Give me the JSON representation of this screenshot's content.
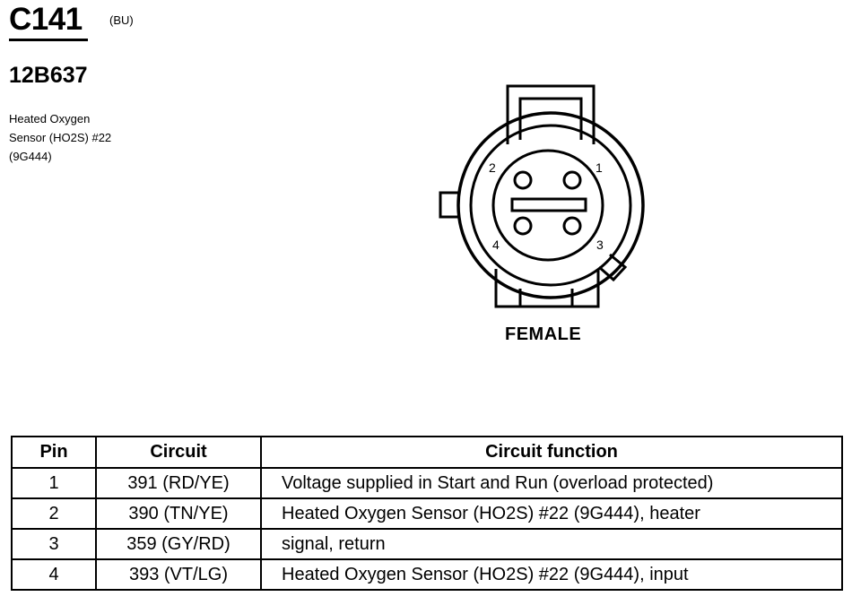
{
  "header": {
    "connector_id": "C141",
    "connector_color": "(BU)",
    "part_number": "12B637",
    "description_lines": [
      "Heated Oxygen",
      "Sensor (HO2S) #22",
      "(9G444)"
    ]
  },
  "diagram": {
    "pin_labels": [
      "2",
      "1",
      "4",
      "3"
    ],
    "view_label": "FEMALE"
  },
  "table": {
    "headers": [
      "Pin",
      "Circuit",
      "Circuit function"
    ],
    "rows": [
      {
        "pin": "1",
        "circuit": "391 (RD/YE)",
        "function": "Voltage supplied in Start and Run (overload protected)"
      },
      {
        "pin": "2",
        "circuit": "390 (TN/YE)",
        "function": "Heated Oxygen Sensor (HO2S) #22 (9G444), heater"
      },
      {
        "pin": "3",
        "circuit": "359 (GY/RD)",
        "function": "signal, return"
      },
      {
        "pin": "4",
        "circuit": "393 (VT/LG)",
        "function": "Heated Oxygen Sensor (HO2S) #22 (9G444), input"
      }
    ]
  }
}
